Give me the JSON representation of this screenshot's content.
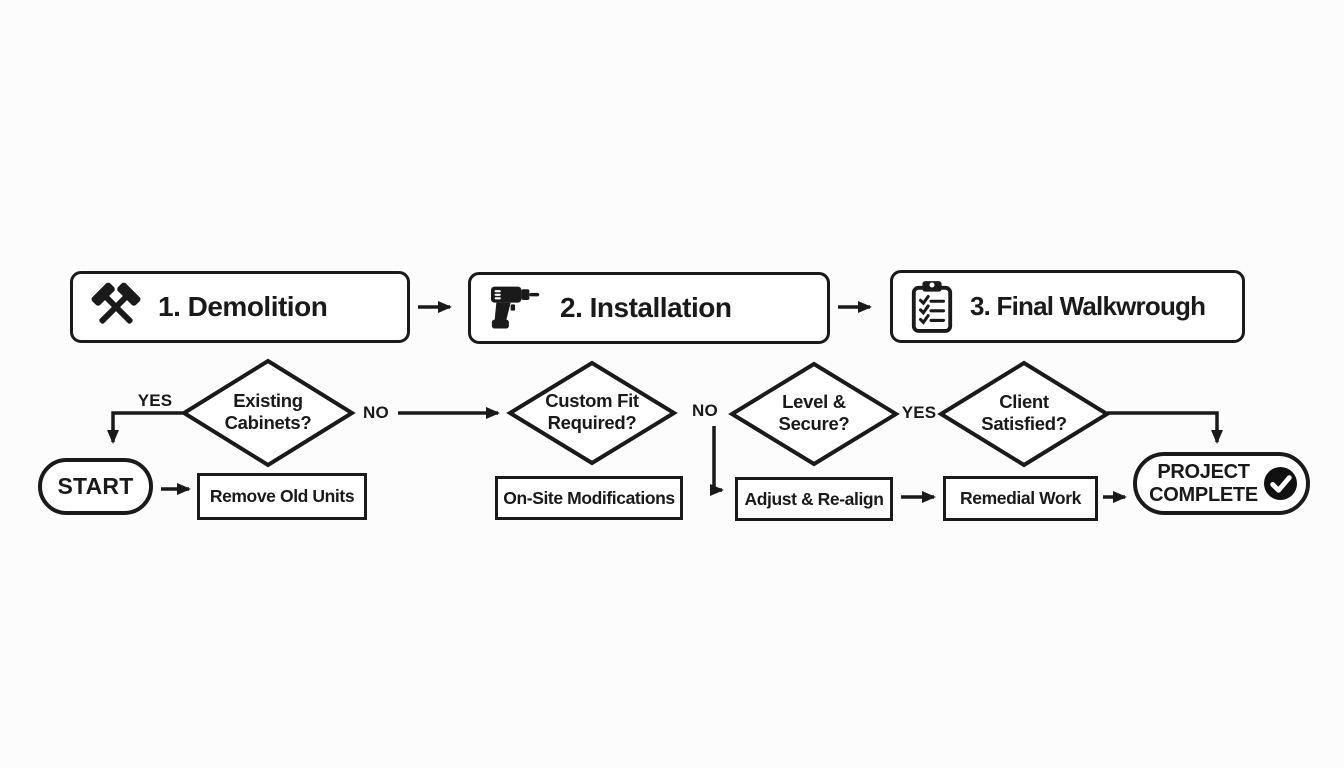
{
  "colors": {
    "ink": "#1a1a1a",
    "background": "#fcfcfc",
    "node_fill": "#ffffff",
    "check_badge": "#111111"
  },
  "phases": [
    {
      "label": "1. Demolition",
      "icon": "crossed-hammers-icon"
    },
    {
      "label": "2. Installation",
      "icon": "drill-icon"
    },
    {
      "label": "3. Final Walkwrough",
      "icon": "clipboard-checklist-icon"
    }
  ],
  "decisions": [
    {
      "label": "Existing\nCabinets?"
    },
    {
      "label": "Custom Fit\nRequired?"
    },
    {
      "label": "Level &\nSecure?"
    },
    {
      "label": "Client\nSatisfied?"
    }
  ],
  "processes": [
    {
      "label": "Remove Old Units"
    },
    {
      "label": "On-Site Modifications"
    },
    {
      "label": "Adjust & Re-align"
    },
    {
      "label": "Remedial Work"
    }
  ],
  "terminals": {
    "start": "START",
    "complete": "PROJECT\nCOMPLETE",
    "complete_icon": "check-circle-icon"
  },
  "branch_labels": {
    "yes1": "YES",
    "no1": "NO",
    "no2": "NO",
    "yes2": "YES"
  }
}
